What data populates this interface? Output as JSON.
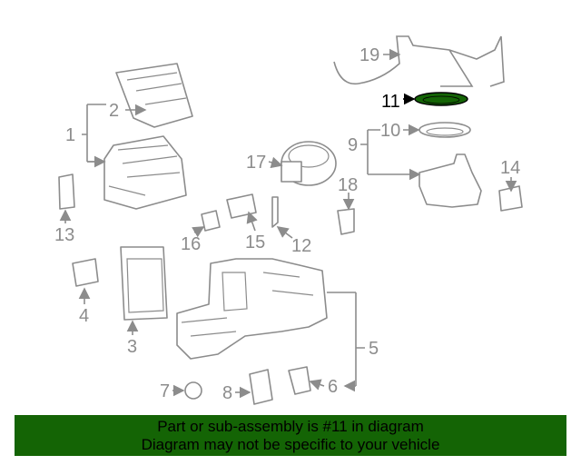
{
  "diagram": {
    "callouts": {
      "c1": "1",
      "c2": "2",
      "c3": "3",
      "c4": "4",
      "c5": "5",
      "c6": "6",
      "c7": "7",
      "c8": "8",
      "c9": "9",
      "c10": "10",
      "c11": "11",
      "c12": "12",
      "c13": "13",
      "c14": "14",
      "c15": "15",
      "c16": "16",
      "c17": "17",
      "c18": "18",
      "c19": "19"
    },
    "highlighted_part": "11",
    "highlight_color": "#146405"
  },
  "banner": {
    "line1": "Part or sub-assembly is #11 in diagram",
    "line2": "Diagram may not be specific to your vehicle",
    "color": "#146405"
  }
}
